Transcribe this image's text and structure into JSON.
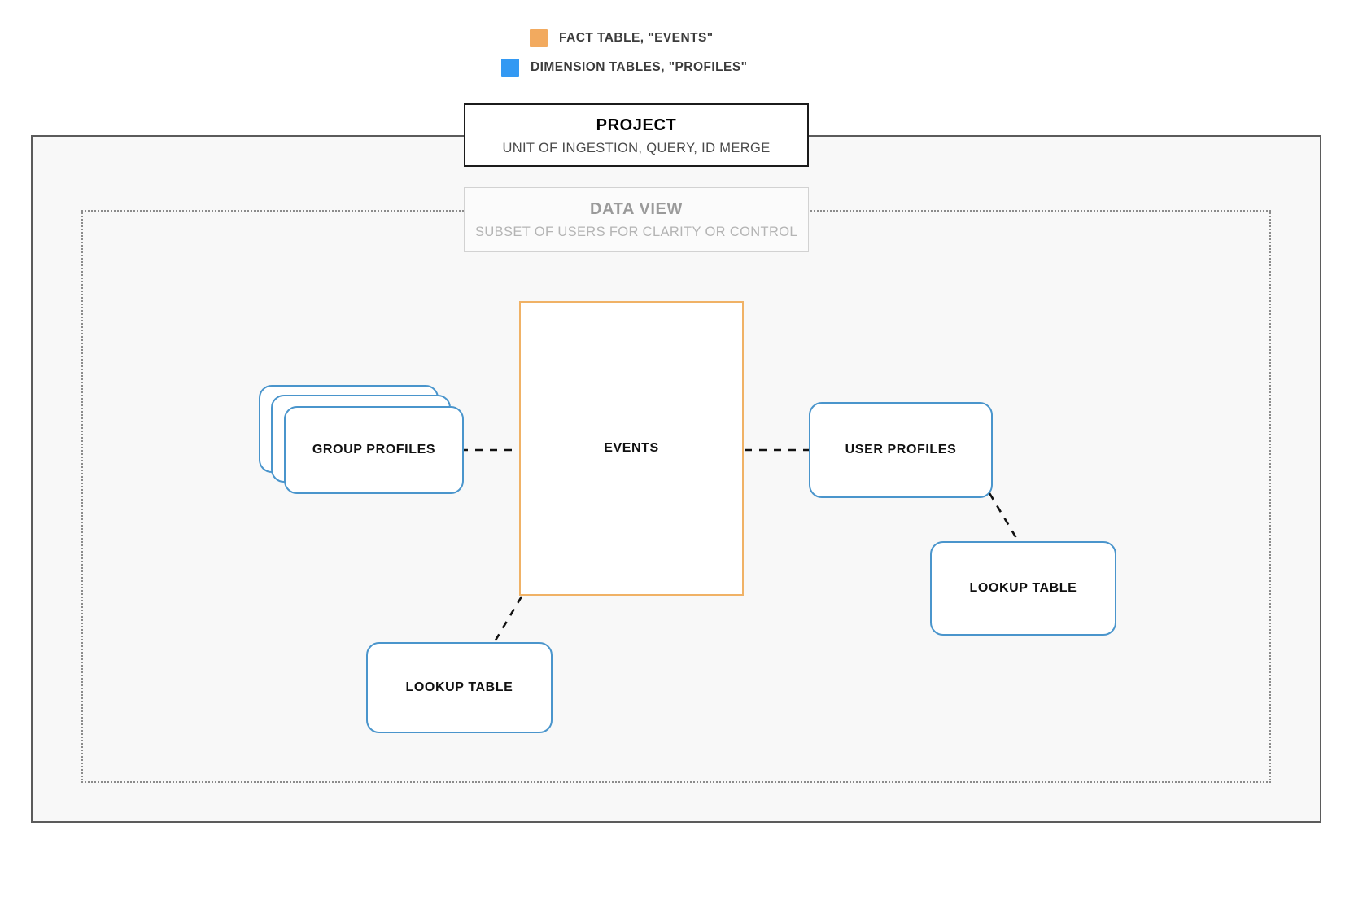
{
  "legend": {
    "items": [
      {
        "label": "FACT TABLE, \"EVENTS\"",
        "color": "#f2aa5f",
        "icon": "square-swatch-icon"
      },
      {
        "label": "DIMENSION TABLES, \"PROFILES\"",
        "color": "#3399f3",
        "icon": "square-swatch-icon"
      }
    ]
  },
  "project": {
    "title": "PROJECT",
    "subtitle": "UNIT OF INGESTION, QUERY, ID MERGE"
  },
  "dataview": {
    "title": "DATA VIEW",
    "subtitle": "SUBSET OF USERS FOR CLARITY OR CONTROL"
  },
  "nodes": {
    "events": {
      "label": "EVENTS",
      "kind": "fact-table",
      "color": "#f0b266"
    },
    "group_profiles": {
      "label": "GROUP PROFILES",
      "kind": "dimension-table-stack",
      "color": "#4a95cc",
      "stack_count": 3
    },
    "user_profiles": {
      "label": "USER PROFILES",
      "kind": "dimension-table",
      "color": "#4a95cc"
    },
    "lookup_table_left": {
      "label": "LOOKUP TABLE",
      "kind": "dimension-table",
      "color": "#4a95cc"
    },
    "lookup_table_right": {
      "label": "LOOKUP TABLE",
      "kind": "dimension-table",
      "color": "#4a95cc"
    }
  },
  "connections": [
    {
      "from": "group_profiles",
      "to": "events",
      "style": "dashed"
    },
    {
      "from": "events",
      "to": "user_profiles",
      "style": "dashed"
    },
    {
      "from": "events",
      "to": "lookup_table_left",
      "style": "dashed"
    },
    {
      "from": "user_profiles",
      "to": "lookup_table_right",
      "style": "dashed"
    }
  ],
  "colors": {
    "fact": "#f0b266",
    "dimension": "#4a95cc",
    "legend_fact": "#f2aa5f",
    "legend_dimension": "#3399f3",
    "project_border": "#5b5b5b",
    "dataview_border": "#8b8b8b",
    "canvas_fill": "#f8f8f8",
    "connector": "#111111"
  }
}
